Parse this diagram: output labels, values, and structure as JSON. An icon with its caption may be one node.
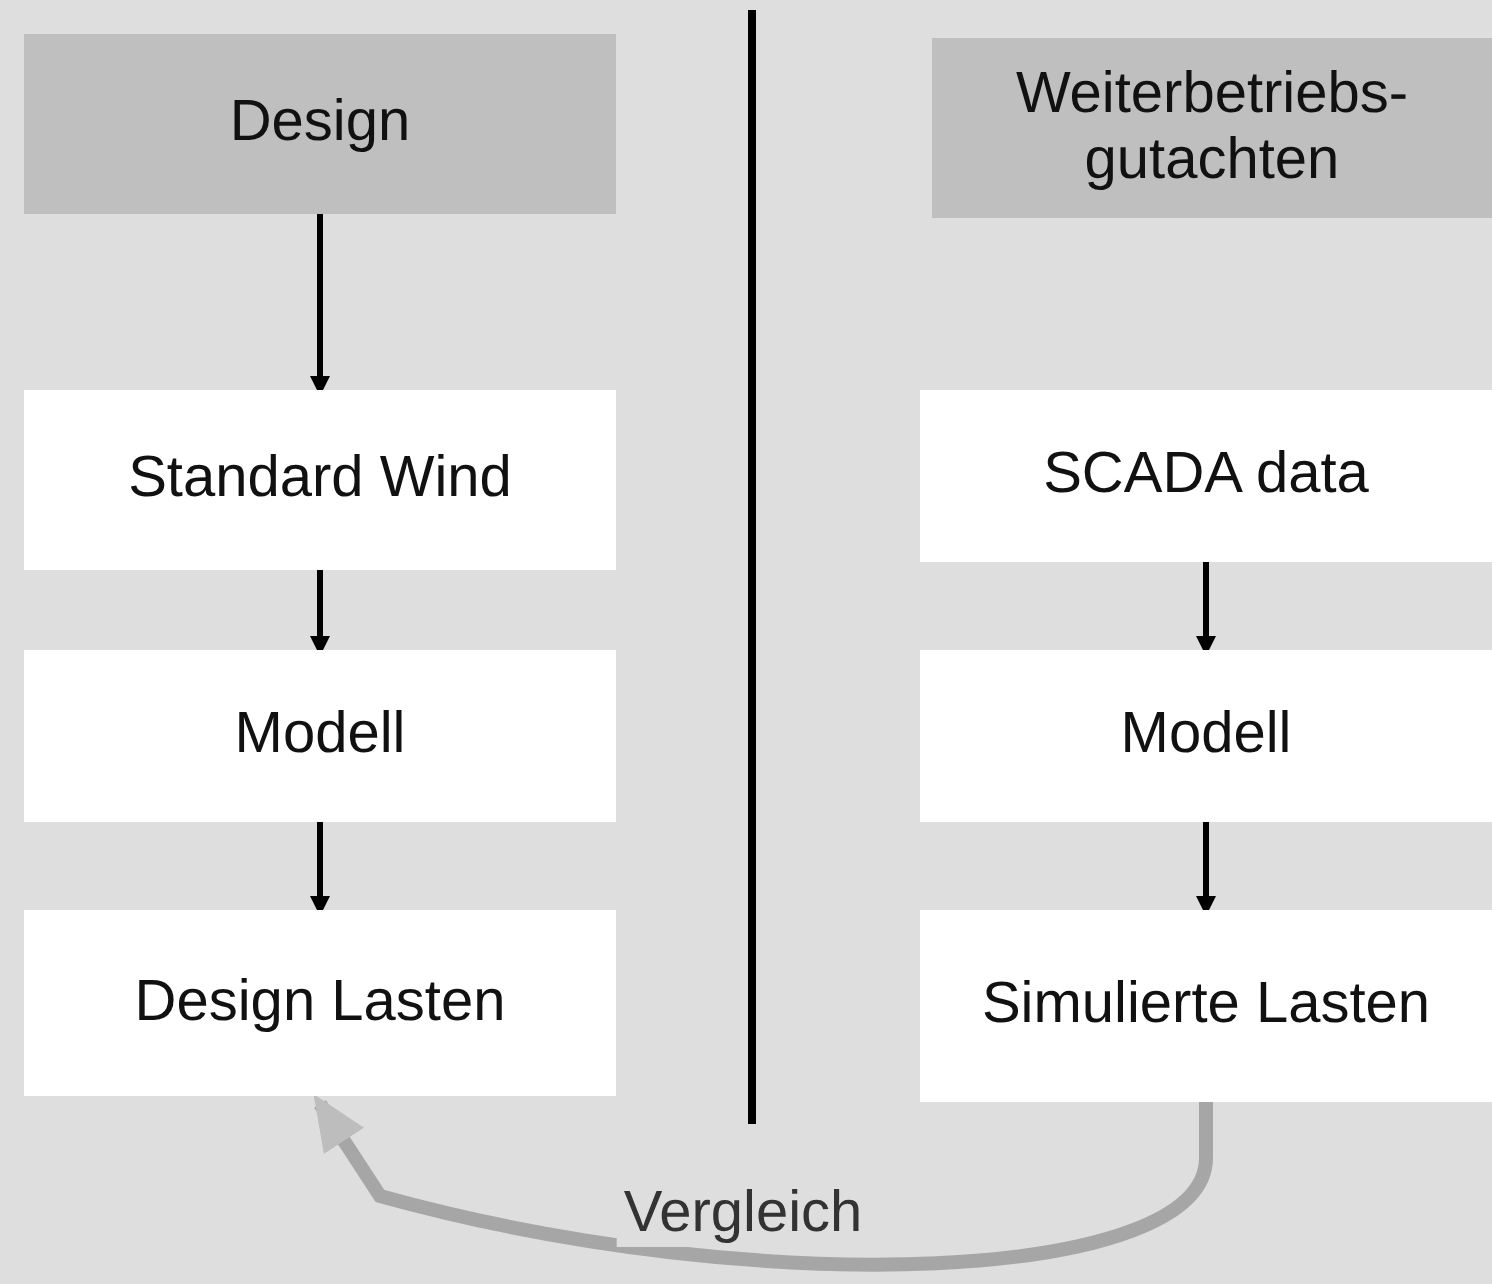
{
  "diagram": {
    "nodes": [
      {
        "text": [
          "Design"
        ]
      },
      {
        "text": [
          "Standard Wind"
        ]
      },
      {
        "text": [
          "Modell"
        ]
      },
      {
        "text": [
          "Design Lasten"
        ]
      },
      {
        "text": [
          "Weiterbetriebs- gutachten"
        ]
      },
      {
        "text": [
          "SCADA data"
        ]
      },
      {
        "text": [
          "Modell"
        ]
      },
      {
        "text": [
          "Simulierte Lasten"
        ]
      }
    ],
    "edges": [
      {
        "from": 0,
        "to": 1,
        "arrow": "to"
      },
      {
        "from": 1,
        "to": 2,
        "arrow": "to"
      },
      {
        "from": 2,
        "to": 3,
        "arrow": "to"
      },
      {
        "from": 5,
        "to": 6,
        "arrow": "to"
      },
      {
        "from": 6,
        "to": 7,
        "arrow": "to"
      },
      {
        "from": 7,
        "to": 3,
        "arrow": "to",
        "label": "Vergleich",
        "style": "thick",
        "color": "#a6a6a6"
      }
    ]
  }
}
